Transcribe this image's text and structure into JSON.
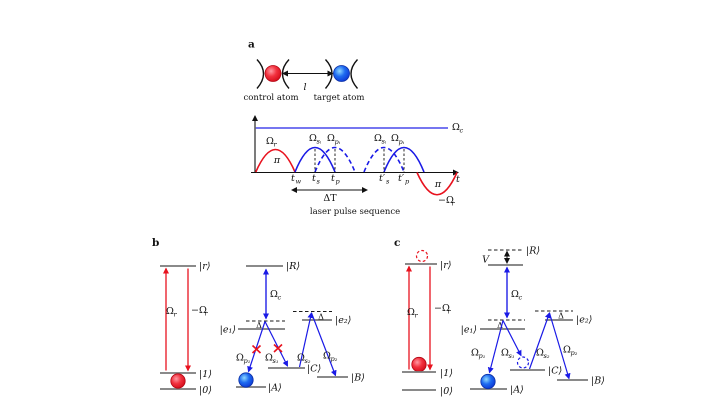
{
  "colors": {
    "red": "#e8121e",
    "blue": "#1a1ae6",
    "omega_c_line": "#6262ee",
    "level_gray": "#7a7a7a"
  },
  "panel_a": {
    "label": "a",
    "distance": "l",
    "control_atom": "control atom",
    "target_atom": "target atom"
  },
  "pulse": {
    "omega_c": {
      "m": "Ω",
      "s": "c"
    },
    "omega_r": {
      "m": "Ω",
      "s": "r"
    },
    "pi_first": "π",
    "pi_second": "π",
    "neg_omega_r": {
      "m": "−Ω",
      "s": "r"
    },
    "pair1_s": {
      "m": "Ω",
      "s": "sᵢ"
    },
    "pair1_p": {
      "m": "Ω",
      "s": "pᵢ"
    },
    "pair2_s": {
      "m": "Ω",
      "s": "sᵢ"
    },
    "pair2_p": {
      "m": "Ω",
      "s": "pᵢ"
    },
    "tick_tw": {
      "m": "t",
      "s": "w"
    },
    "tick_ts": {
      "m": "t",
      "s": "s"
    },
    "tick_tp": {
      "m": "t",
      "s": "p"
    },
    "tick_tps": {
      "m": "t′",
      "s": "s"
    },
    "tick_tpp": {
      "m": "t′",
      "s": "p"
    },
    "axis_t": "t",
    "delta_T": "ΔT",
    "caption": "laser pulse sequence"
  },
  "panel_b": {
    "label": "b",
    "control": {
      "ket_r": "|r⟩",
      "ket_1": "|1⟩",
      "ket_0": "|0⟩",
      "omega_r": {
        "m": "Ω",
        "s": "r"
      },
      "neg_omega_r": {
        "m": "−Ω",
        "s": "r"
      }
    },
    "target": {
      "ket_R": "|R⟩",
      "omega_c": {
        "m": "Ω",
        "s": "c"
      },
      "ket_e1": "|e₁⟩",
      "ket_e2": "|e₂⟩",
      "delta_1": "Δ",
      "delta_2": "Δ",
      "omega_p1": {
        "m": "Ω",
        "s": "p₁"
      },
      "omega_s1": {
        "m": "Ω",
        "s": "s₁"
      },
      "omega_s2": {
        "m": "Ω",
        "s": "s₂"
      },
      "omega_p2": {
        "m": "Ω",
        "s": "p₂"
      },
      "ket_C": "|C⟩",
      "ket_A": "|A⟩",
      "ket_B": "|B⟩"
    }
  },
  "panel_c": {
    "label": "c",
    "control": {
      "ket_r": "|r⟩",
      "ket_1": "|1⟩",
      "ket_0": "|0⟩",
      "omega_r": {
        "m": "Ω",
        "s": "r"
      },
      "neg_omega_r": {
        "m": "−Ω",
        "s": "r"
      }
    },
    "target": {
      "ket_R": "|R⟩",
      "shift_V": "V",
      "omega_c": {
        "m": "Ω",
        "s": "c"
      },
      "ket_e1": "|e₁⟩",
      "ket_e2": "|e₂⟩",
      "delta_1": "Δ",
      "delta_2": "Δ",
      "omega_p1": {
        "m": "Ω",
        "s": "p₁"
      },
      "omega_s1": {
        "m": "Ω",
        "s": "s₁"
      },
      "omega_s2": {
        "m": "Ω",
        "s": "s₂"
      },
      "omega_p2": {
        "m": "Ω",
        "s": "p₂"
      },
      "ket_C": "|C⟩",
      "ket_A": "|A⟩",
      "ket_B": "|B⟩"
    }
  }
}
